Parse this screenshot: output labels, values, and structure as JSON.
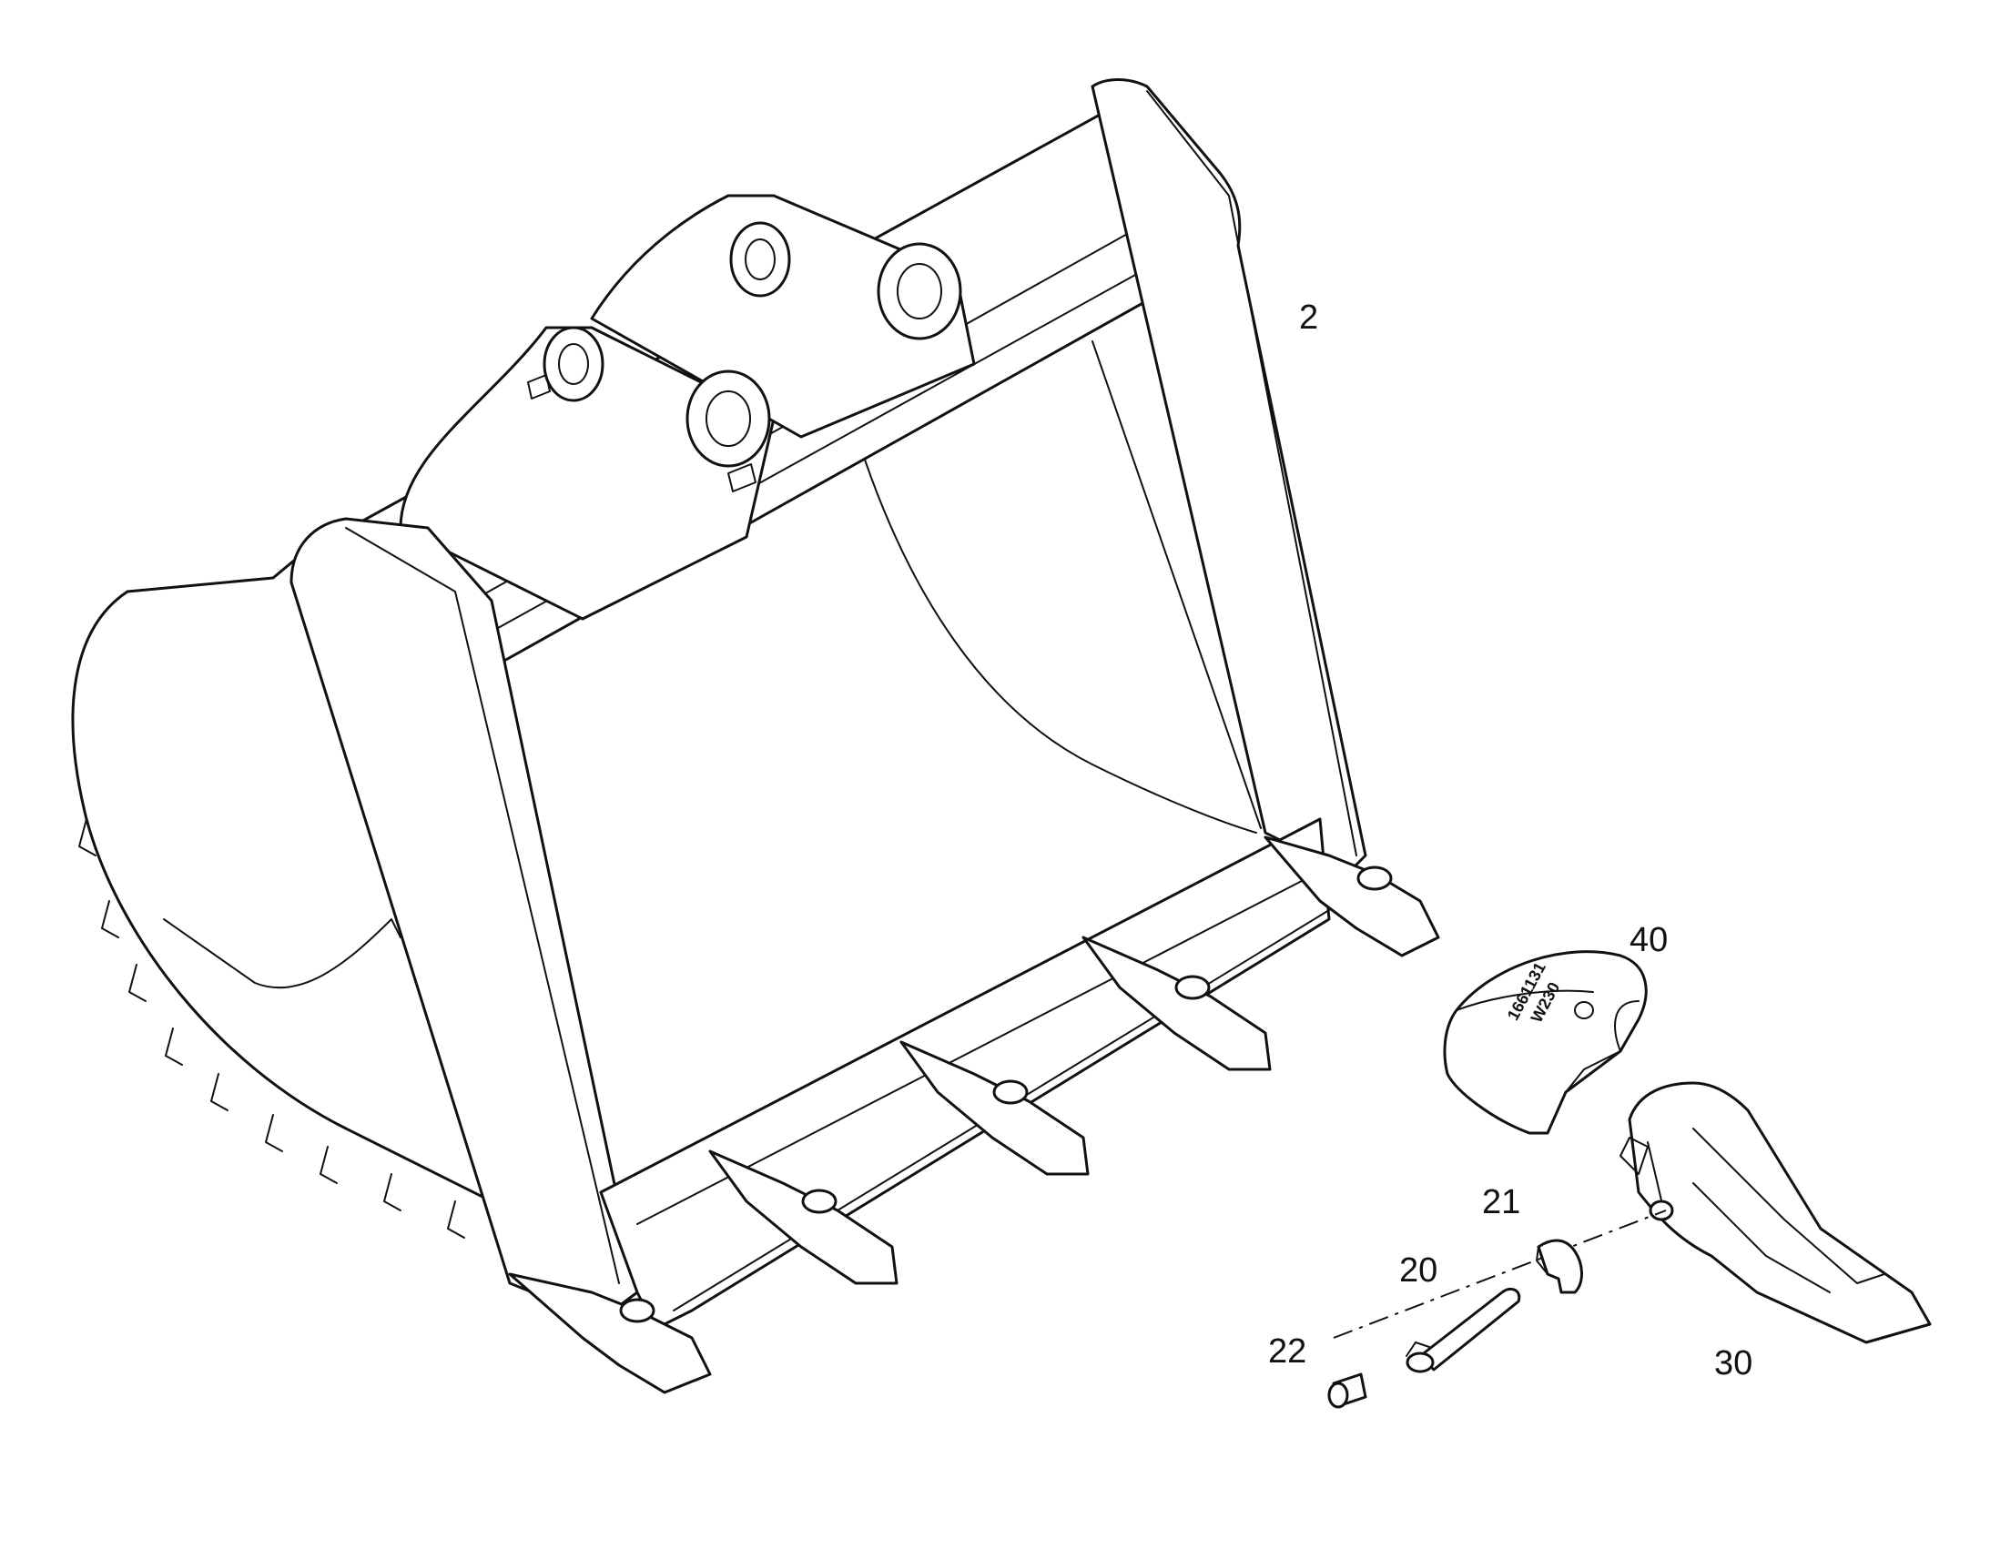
{
  "callouts": {
    "bucket": "2",
    "cap": "40",
    "lock_washer": "21",
    "pin": "20",
    "plug": "22",
    "tooth": "30"
  },
  "cap_markings": {
    "line1": "1661131",
    "line2": "W230"
  },
  "colors": {
    "line": "#111111",
    "background": "#ffffff"
  }
}
